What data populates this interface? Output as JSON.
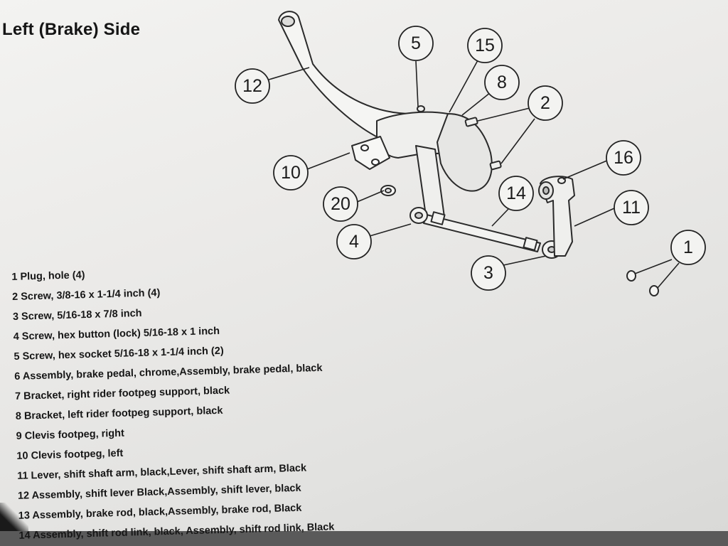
{
  "title": "Left (Brake) Side",
  "callouts": [
    {
      "label": "12"
    },
    {
      "label": "5"
    },
    {
      "label": "15"
    },
    {
      "label": "8"
    },
    {
      "label": "2"
    },
    {
      "label": "16"
    },
    {
      "label": "10"
    },
    {
      "label": "14"
    },
    {
      "label": "11"
    },
    {
      "label": "20"
    },
    {
      "label": "4"
    },
    {
      "label": "1"
    },
    {
      "label": "3"
    }
  ],
  "parts": [
    {
      "text": "1 Plug, hole (4)"
    },
    {
      "text": "2 Screw, 3/8-16 x 1-1/4 inch (4)"
    },
    {
      "text": "3 Screw, 5/16-18 x 7/8 inch"
    },
    {
      "text": "4 Screw, hex button (lock) 5/16-18 x 1 inch"
    },
    {
      "text": "5 Screw, hex socket 5/16-18 x 1-1/4 inch (2)"
    },
    {
      "text": "6 Assembly, brake pedal, chrome,Assembly, brake pedal, black"
    },
    {
      "text": "7 Bracket, right rider footpeg support, black"
    },
    {
      "text": "8 Bracket, left rider footpeg support, black"
    },
    {
      "text": "9 Clevis footpeg, right"
    },
    {
      "text": "10 Clevis footpeg, left"
    },
    {
      "text": "11 Lever, shift shaft arm, black,Lever, shift shaft arm, Black"
    },
    {
      "text": "12 Assembly, shift lever Black,Assembly, shift lever, black"
    },
    {
      "text": "13 Assembly, brake rod, black,Assembly, brake rod, Black"
    },
    {
      "text": "14 Assembly, shift rod link, black, Assembly, shift rod link, Black"
    }
  ]
}
